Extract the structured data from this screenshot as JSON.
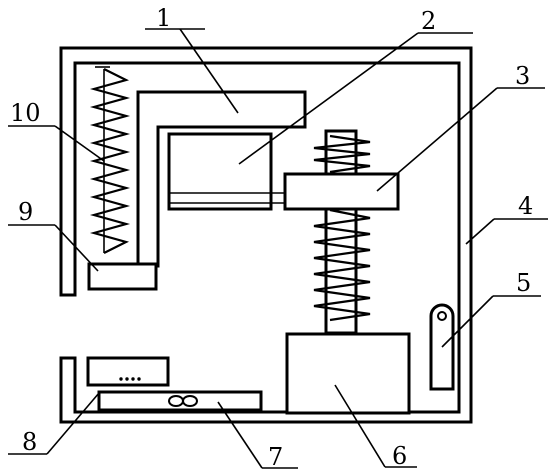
{
  "diagram": {
    "labels": {
      "l1": "1",
      "l2": "2",
      "l3": "3",
      "l4": "4",
      "l5": "5",
      "l6": "6",
      "l7": "7",
      "l8": "8",
      "l9": "9",
      "l10": "10"
    },
    "colors": {
      "line": "#000000",
      "background": "#ffffff"
    }
  }
}
